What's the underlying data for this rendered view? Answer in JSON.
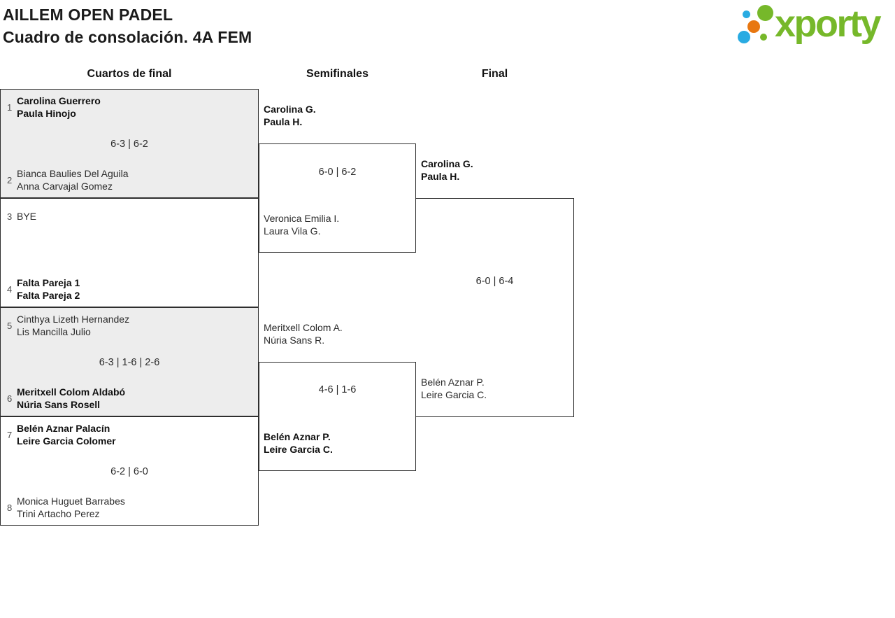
{
  "header": {
    "title_line1": "AILLEM OPEN PADEL",
    "title_line2": "Cuadro de consolación. 4A FEM"
  },
  "logo": {
    "text": "xporty"
  },
  "round_headers": {
    "quarterfinals": "Cuartos de final",
    "semifinals": "Semifinales",
    "final": "Final"
  },
  "quarterfinals": [
    {
      "top": {
        "seed": "1",
        "line1": "Carolina Guerrero",
        "line2": "Paula Hinojo",
        "winner": true
      },
      "score": "6-3 | 6-2",
      "bottom": {
        "seed": "2",
        "line1": "Bianca Baulies Del Aguila",
        "line2": "Anna Carvajal Gomez",
        "winner": false
      }
    },
    {
      "top": {
        "seed": "3",
        "line1": "BYE",
        "line2": "",
        "winner": false
      },
      "score": "",
      "bottom": {
        "seed": "4",
        "line1": "Falta Pareja 1",
        "line2": "Falta Pareja 2",
        "winner": true
      }
    },
    {
      "top": {
        "seed": "5",
        "line1": "Cinthya Lizeth Hernandez",
        "line2": "Lis Mancilla Julio",
        "winner": false
      },
      "score": "6-3 | 1-6 | 2-6",
      "bottom": {
        "seed": "6",
        "line1": "Meritxell Colom Aldabó",
        "line2": "Núria Sans Rosell",
        "winner": true
      }
    },
    {
      "top": {
        "seed": "7",
        "line1": "Belén Aznar Palacín",
        "line2": "Leire Garcia Colomer",
        "winner": true
      },
      "score": "6-2 | 6-0",
      "bottom": {
        "seed": "8",
        "line1": "Monica Huguet Barrabes",
        "line2": "Trini Artacho Perez",
        "winner": false
      }
    }
  ],
  "semifinals": [
    {
      "top": {
        "line1": "Carolina G.",
        "line2": "Paula H.",
        "winner": true
      },
      "score": "6-0 | 6-2",
      "bottom": {
        "line1": "Veronica Emilia I.",
        "line2": "Laura Vila G.",
        "winner": false
      }
    },
    {
      "top": {
        "line1": "Meritxell Colom A.",
        "line2": "Núria Sans R.",
        "winner": false
      },
      "score": "4-6 | 1-6",
      "bottom": {
        "line1": "Belén Aznar P.",
        "line2": "Leire Garcia C.",
        "winner": true
      }
    }
  ],
  "final": {
    "top": {
      "line1": "Carolina G.",
      "line2": "Paula H.",
      "winner": true
    },
    "score": "6-0 | 6-4",
    "bottom": {
      "line1": "Belén Aznar P.",
      "line2": "Leire Garcia C.",
      "winner": false
    }
  },
  "colors": {
    "logo_green": "#76b82a",
    "logo_blue": "#29abe2",
    "logo_orange": "#e87711",
    "box_fill_alt": "#ededed",
    "bracket_line": "#2e2e2e"
  }
}
